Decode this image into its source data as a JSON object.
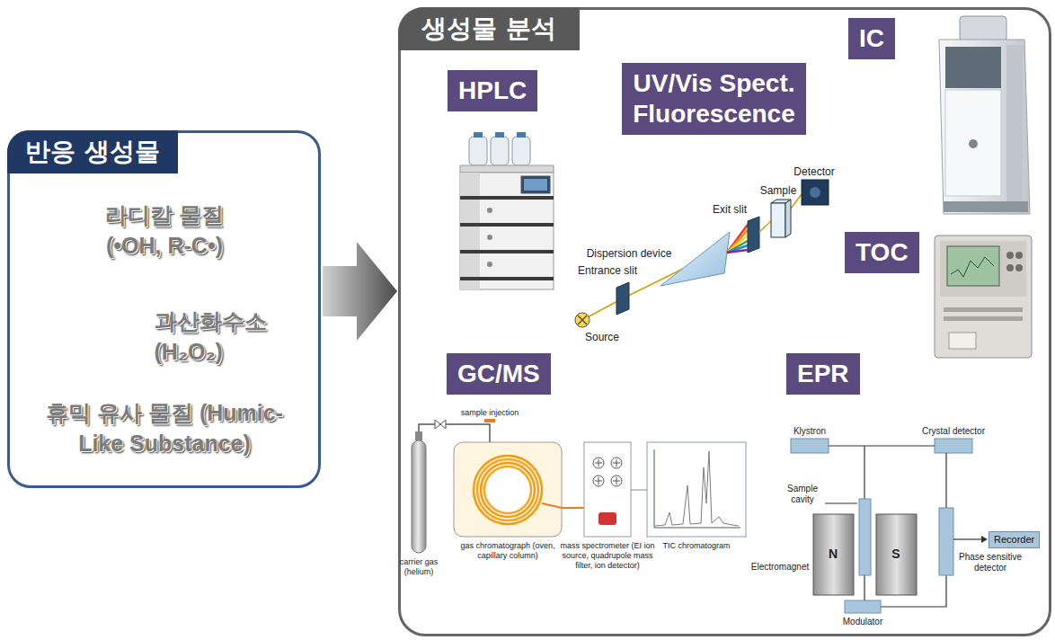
{
  "diagram": {
    "nodes": [
      {
        "text": [
          "반응 생성물",
          "라디칼 물질 (•OH, R-C•)",
          "과산화수소 (H₂O₂)",
          "휴믹 유사 물질 (Humic-Like Substance)"
        ]
      },
      {
        "text": [
          "생성물 분석"
        ]
      },
      {
        "text": [
          "HPLC"
        ],
        "in": 1
      },
      {
        "text": [
          "UV/Vis Spect. Fluorescence"
        ],
        "in": 1
      },
      {
        "text": [
          "IC"
        ],
        "in": 1
      },
      {
        "text": [
          "TOC"
        ],
        "in": 1
      },
      {
        "text": [
          "GC/MS"
        ],
        "in": 1
      },
      {
        "text": [
          "EPR"
        ],
        "in": 1
      },
      {
        "text": [
          "Recorder"
        ],
        "in": 1
      }
    ],
    "edges": [
      {
        "from": 0,
        "to": 1,
        "arrow": "to"
      }
    ],
    "labels": [
      "Detector",
      "Sample",
      "Exit slit",
      "Dispersion device",
      "Entrance slit",
      "Source",
      "sample injection",
      "carrier gas (helium)",
      "gas chromatograph (oven, capillary column)",
      "mass spectrometer (EI ion source, quadrupole mass filter, ion detector)",
      "TIC chromatogram",
      "Klystron",
      "Crystal detector",
      "Sample cavity",
      "Electromagnet",
      "N",
      "S",
      "Phase sensitive detector",
      "Modulator"
    ]
  }
}
